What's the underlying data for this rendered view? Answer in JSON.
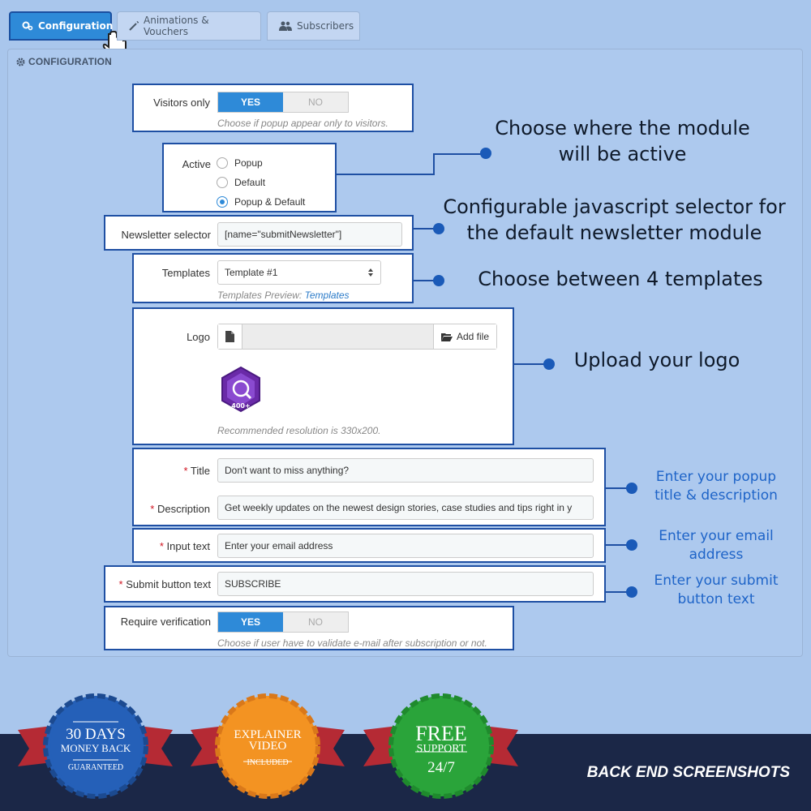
{
  "tabs": [
    {
      "label": "Configuration",
      "icon": "gears-icon",
      "active": true
    },
    {
      "label": "Animations & Vouchers",
      "icon": "wand-icon",
      "active": false
    },
    {
      "label": "Subscribers",
      "icon": "users-icon",
      "active": false
    }
  ],
  "panel": {
    "title": "CONFIGURATION"
  },
  "form": {
    "visitors_only": {
      "label": "Visitors only",
      "yes": "YES",
      "no": "NO",
      "value": "YES",
      "help": "Choose if popup appear only to visitors."
    },
    "active": {
      "label": "Active",
      "options": [
        "Popup",
        "Default",
        "Popup & Default"
      ],
      "selected": "Popup & Default"
    },
    "newsletter_selector": {
      "label": "Newsletter selector",
      "value": "[name=\"submitNewsletter\"]"
    },
    "templates": {
      "label": "Templates",
      "value": "Template #1",
      "help_prefix": "Templates Preview:",
      "help_link": "Templates"
    },
    "logo": {
      "label": "Logo",
      "button": "Add file",
      "logo_text": "400+",
      "help": "Recommended resolution is 330x200."
    },
    "title": {
      "label": "Title",
      "value": "Don't want to miss anything?"
    },
    "description": {
      "label": "Description",
      "value": "Get weekly updates on the newest design stories, case studies and tips right in y"
    },
    "input_text": {
      "label": "Input text",
      "value": "Enter your email address"
    },
    "submit_button_text": {
      "label": "Submit button text",
      "value": "SUBSCRIBE"
    },
    "require_verification": {
      "label": "Require verification",
      "yes": "YES",
      "no": "NO",
      "value": "YES",
      "help": "Choose if user have to validate e-mail after subscription or not."
    }
  },
  "annotations": {
    "active_line1": "Choose where the module",
    "active_line2": "will be active",
    "selector_line1": "Configurable javascript selector for",
    "selector_line2": "the default newsletter module",
    "templates": "Choose between 4 templates",
    "logo": "Upload your logo",
    "title_line1": "Enter your popup",
    "title_line2": "title & description",
    "email_line1": "Enter your email",
    "email_line2": "address",
    "submit_line1": "Enter your submit",
    "submit_line2": "button text"
  },
  "badges": [
    {
      "line1": "30 DAYS",
      "line2": "MONEY BACK",
      "line3": "GUARANTEED",
      "color": "#2560b8"
    },
    {
      "line1": "EXPLAINER",
      "line2": "VIDEO",
      "line3": "INCLUDED",
      "color": "#f39322"
    },
    {
      "line1": "FREE",
      "line2": "SUPPORT",
      "line3": "24/7",
      "color": "#2aa43a"
    }
  ],
  "footer": {
    "label": "BACK END SCREENSHOTS"
  },
  "colors": {
    "accent": "#2e8ad8",
    "border": "#1e4fa3",
    "background": "#a9c6ec",
    "footer": "#1b2747"
  }
}
